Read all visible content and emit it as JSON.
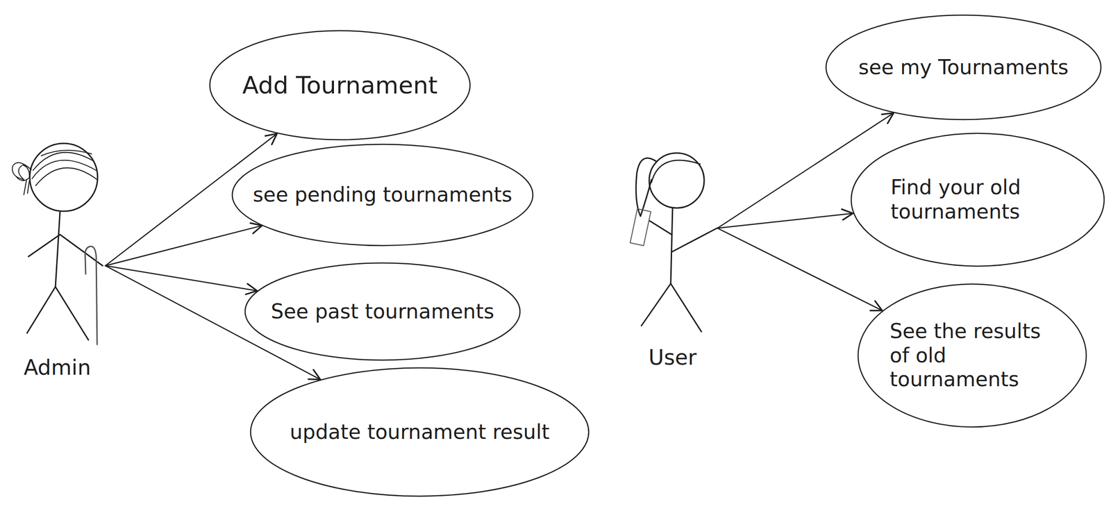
{
  "diagram": {
    "nodes": [
      {
        "text": [
          "Admin"
        ]
      },
      {
        "text": [
          "Add Tournament"
        ]
      },
      {
        "text": [
          "see pending tournaments"
        ]
      },
      {
        "text": [
          "See past tournaments"
        ]
      },
      {
        "text": [
          "update tournament result"
        ]
      },
      {
        "text": [
          "User"
        ]
      },
      {
        "text": [
          "see my Tournaments"
        ]
      },
      {
        "text": [
          "Find your old tournaments"
        ]
      },
      {
        "text": [
          "See the results of old tournaments"
        ]
      }
    ],
    "edges": [
      {
        "from": 0,
        "to": 1,
        "arrow": "to"
      },
      {
        "from": 0,
        "to": 2,
        "arrow": "to"
      },
      {
        "from": 0,
        "to": 3,
        "arrow": "to"
      },
      {
        "from": 0,
        "to": 4,
        "arrow": "to"
      },
      {
        "from": 5,
        "to": 6,
        "arrow": "to"
      },
      {
        "from": 5,
        "to": 7,
        "arrow": "to"
      },
      {
        "from": 5,
        "to": 8,
        "arrow": "to"
      }
    ]
  }
}
